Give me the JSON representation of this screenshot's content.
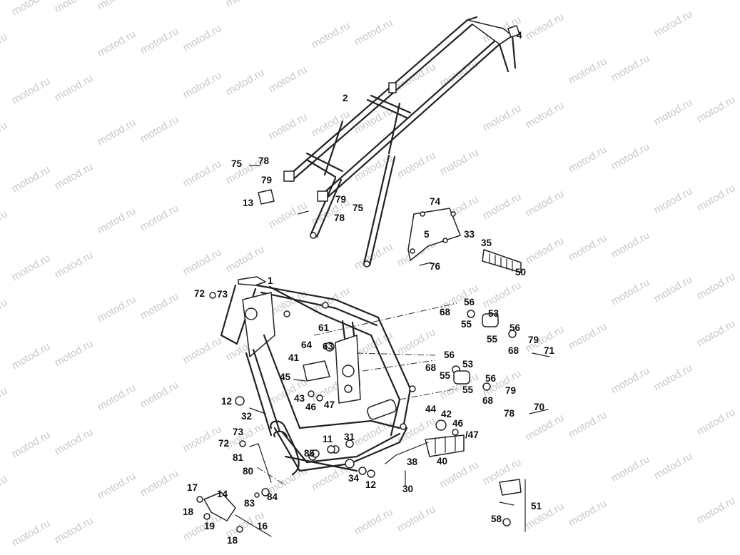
{
  "watermark_text": "motod.ru",
  "parts": {
    "p1": "1",
    "p2": "2",
    "p4": "4",
    "p5": "5",
    "p11": "11",
    "p12a": "12",
    "p12b": "12",
    "p13": "13",
    "p14": "14",
    "p16": "16",
    "p17": "17",
    "p18a": "18",
    "p18b": "18",
    "p19": "19",
    "p30": "30",
    "p31": "31",
    "p32": "32",
    "p33": "33",
    "p34": "34",
    "p35": "35",
    "p38": "38",
    "p40": "40",
    "p41": "41",
    "p42": "42",
    "p43": "43",
    "p44": "44",
    "p45": "45",
    "p46a": "46",
    "p46b": "46",
    "p47a": "47",
    "p47b": "/47",
    "p50": "50",
    "p51": "51",
    "p53a": "53",
    "p53b": "53",
    "p55a": "55",
    "p55b": "55",
    "p55c": "55",
    "p55d": "55",
    "p56a": "56",
    "p56b": "56",
    "p56c": "56",
    "p56d": "56",
    "p58": "58",
    "p61": "61",
    "p63": "63",
    "p64": "64",
    "p68a": "68",
    "p68b": "68",
    "p68c": "68",
    "p68d": "68",
    "p70": "70",
    "p71": "71",
    "p72a": "72",
    "p72b": "72",
    "p73a": "73",
    "p73b": "73",
    "p74": "74",
    "p75a": "75",
    "p75b": "75",
    "p76": "76",
    "p78a": "78",
    "p78b": "78",
    "p78c": "78",
    "p79a": "79",
    "p79b": "79",
    "p79c": "79",
    "p79d": "79",
    "p80": "80",
    "p81": "81",
    "p83": "83",
    "p84": "84",
    "p85": "85"
  }
}
